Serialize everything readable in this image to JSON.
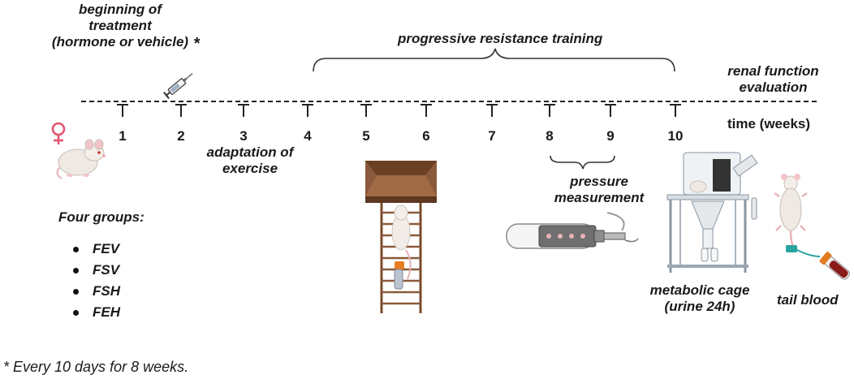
{
  "header": {
    "treatment_start": [
      "beginning of",
      "treatment",
      "(hormone or vehicle)"
    ],
    "treatment_asterisk": "*",
    "training_label": "progressive resistance training",
    "renal_label": [
      "renal function",
      "evaluation"
    ],
    "time_axis_label": "time (weeks)"
  },
  "timeline": {
    "weeks": [
      "1",
      "2",
      "3",
      "4",
      "5",
      "6",
      "7",
      "8",
      "9",
      "10"
    ]
  },
  "labels": {
    "adaptation": [
      "adaptation of",
      "exercise"
    ],
    "pressure": [
      "pressure",
      "measurement"
    ],
    "metabolic": [
      "metabolic cage",
      "(urine 24h)"
    ],
    "tail_blood": "tail blood"
  },
  "groups": {
    "title": "Four groups:",
    "items": [
      "FEV",
      "FSV",
      "FSH",
      "FEH"
    ]
  },
  "footnote": "* Every 10 days for 8 weeks.",
  "colors": {
    "female_symbol": "#e2566f",
    "ladder_wood": "#8b5a3c",
    "box_top": "#6b3f22",
    "blood": "#8b1a1a",
    "line": "#222222"
  },
  "icons": [
    "female-symbol-icon",
    "syringe-icon",
    "mouse-icon",
    "ladder-icon",
    "restrainer-tube-icon",
    "metabolic-cage-icon",
    "tail-blood-tube-icon"
  ]
}
